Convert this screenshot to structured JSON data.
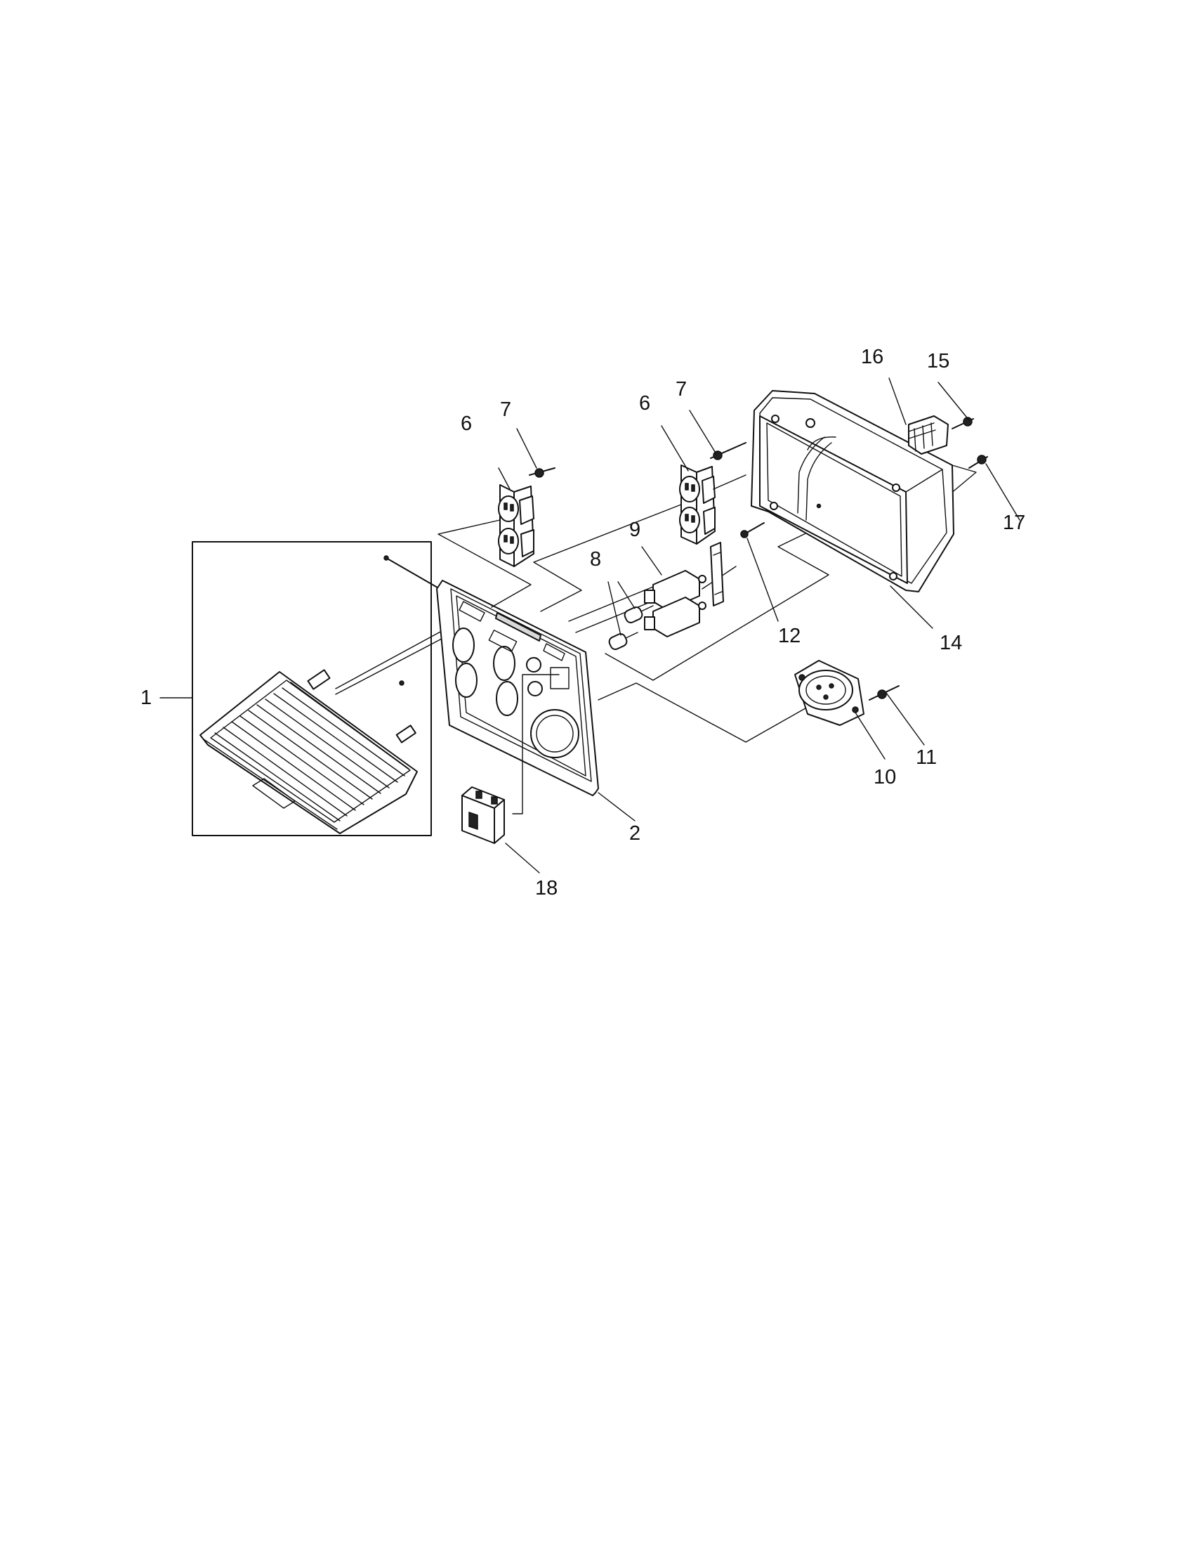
{
  "callouts": {
    "c1": "1",
    "c2": "2",
    "c6a": "6",
    "c7a": "7",
    "c6b": "6",
    "c7b": "7",
    "c8": "8",
    "c9": "9",
    "c10": "10",
    "c11": "11",
    "c12": "12",
    "c14": "14",
    "c15": "15",
    "c16": "16",
    "c17": "17",
    "c18": "18"
  }
}
